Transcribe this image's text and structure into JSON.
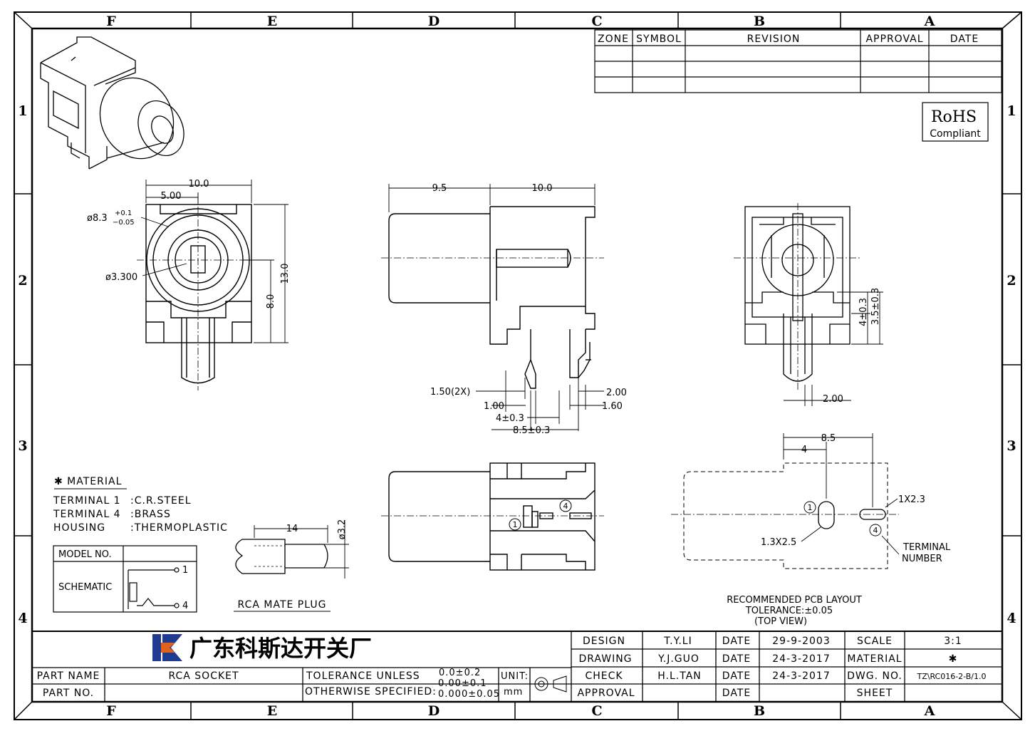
{
  "frame": {
    "zones_top": [
      "F",
      "E",
      "D",
      "C",
      "B",
      "A"
    ],
    "zones_bottom": [
      "F",
      "E",
      "D",
      "C",
      "B",
      "A"
    ],
    "rows_left": [
      "1",
      "2",
      "3",
      "4"
    ],
    "rows_right": [
      "1",
      "2",
      "3",
      "4"
    ]
  },
  "revision_table": {
    "headers": [
      "ZONE",
      "SYMBOL",
      "REVISION",
      "APPROVAL",
      "DATE"
    ]
  },
  "rohs": {
    "line1": "RoHS",
    "line2": "Compliant"
  },
  "front_view": {
    "dim_width": "10.0",
    "dim_half": "5.00",
    "dim_outer_dia": "ø8.3",
    "dim_outer_tol_plus": "+0.1",
    "dim_outer_tol_minus": "−0.05",
    "dim_inner_dia": "ø3.300",
    "dim_height": "13.0",
    "dim_center": "8.0"
  },
  "side_view": {
    "dim_body": "9.5",
    "dim_depth": "10.0",
    "dim_pin_width": "1.50(2X)",
    "dim_pin_gap": "1.00",
    "dim_pitch": "4±0.3",
    "dim_total": "8.5±0.3",
    "dim_right_pin": "2.00",
    "dim_right_offset": "1.60"
  },
  "rear_view": {
    "dim_a": "4±0.3",
    "dim_b": "3.5±0.3",
    "dim_bottom": "2.00"
  },
  "pcb_layout": {
    "dim_total": "8.5",
    "dim_pitch": "4",
    "hole_1_size": "1.3X2.5",
    "hole_4_size": "1X2.3",
    "terminal_1": "1",
    "terminal_4": "4",
    "terminal_label_1": "TERMINAL",
    "terminal_label_2": "NUMBER",
    "caption_1": "RECOMMENDED PCB LAYOUT",
    "caption_2": "TOLERANCE:±0.05",
    "caption_3": "(TOP VIEW)"
  },
  "bottom_view": {
    "terminal_1": "1",
    "terminal_4": "4"
  },
  "material": {
    "title": "✱ MATERIAL",
    "rows": [
      {
        "part": "TERMINAL 1",
        "value": ":C.R.STEEL"
      },
      {
        "part": "TERMINAL 4",
        "value": ":BRASS"
      },
      {
        "part": "HOUSING",
        "value": ":THERMOPLASTIC"
      }
    ]
  },
  "schematic_box": {
    "model_label": "MODEL NO.",
    "schematic_label": "SCHEMATIC",
    "pin1": "1",
    "pin4": "4"
  },
  "mate_plug": {
    "dim_len": "14",
    "dim_dia": "ø3.2",
    "caption": "RCA MATE PLUG"
  },
  "title_block": {
    "company": "广东科斯达开关厂",
    "part_name_label": "PART NAME",
    "part_name": "RCA SOCKET",
    "part_no_label": "PART NO.",
    "tolerance_1": "TOLERANCE UNLESS",
    "tolerance_2": "OTHERWISE SPECIFIED:",
    "tol_a": "0.0±0.2",
    "tol_b": "0.00±0.1",
    "tol_c": "0.000±0.05",
    "unit_label": "UNIT:",
    "unit": "mm",
    "rows": [
      {
        "role": "DESIGN",
        "name": "T.Y.LI",
        "date_label": "DATE",
        "date": "29-9-2003",
        "key": "SCALE",
        "value": "3:1"
      },
      {
        "role": "DRAWING",
        "name": "Y.J.GUO",
        "date_label": "DATE",
        "date": "24-3-2017",
        "key": "MATERIAL",
        "value": "✱"
      },
      {
        "role": "CHECK",
        "name": "H.L.TAN",
        "date_label": "DATE",
        "date": "24-3-2017",
        "key": "DWG. NO.",
        "value": "TZ\\RC016-2-B/1.0"
      },
      {
        "role": "APPROVAL",
        "name": "",
        "date_label": "DATE",
        "date": "",
        "key": "SHEET",
        "value": ""
      }
    ],
    "colors": {
      "logo_blue": "#1f3b8f",
      "logo_orange": "#e0621b"
    }
  }
}
